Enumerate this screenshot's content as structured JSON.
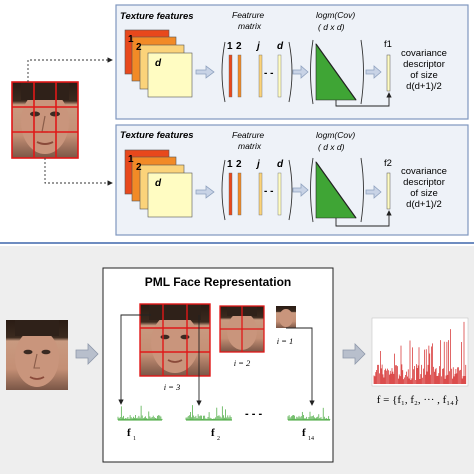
{
  "top_panel": {
    "row1": {
      "texture_title": "Texture features",
      "stack_labels": [
        "1",
        "2",
        "d"
      ],
      "matrix_title_line1": "Featrure",
      "matrix_title_line2": "matrix",
      "matrix_cols": [
        "1",
        "2",
        "j",
        "d"
      ],
      "logm_line1": "logm(Cov)",
      "logm_line2": "( d x d)",
      "f_label": "f1",
      "desc": [
        "covariance",
        "descriptor",
        "of size",
        "d(d+1)/2"
      ]
    },
    "row2": {
      "texture_title": "Texture features",
      "stack_labels": [
        "1",
        "2",
        "d"
      ],
      "matrix_title_line1": "Featrure",
      "matrix_title_line2": "matrix",
      "matrix_cols": [
        "1",
        "2",
        "j",
        "d"
      ],
      "logm_line1": "logm(Cov)",
      "logm_line2": "( d x d)",
      "f_label": "f2",
      "desc": [
        "covariance",
        "descriptor",
        "of size",
        "d(d+1)/2"
      ]
    }
  },
  "bottom_panel": {
    "title": "PML Face Representation",
    "level_labels": [
      "i = 1",
      "i = 2",
      "i = 3"
    ],
    "hist_labels": [
      "f",
      "f",
      "- - -",
      "f"
    ],
    "hist_subs": [
      "1",
      "2",
      "",
      "14"
    ],
    "final_formula": "f = {f₁, f₂, ··· , f₁₄}"
  },
  "colors": {
    "panel_bg": "#eef2f8",
    "panel_border": "#7f97bf",
    "arrow": "#8fa2bf",
    "green": "#3fa535",
    "red": "#cc0000",
    "grid_red": "#e01818",
    "stack": [
      "#e8481c",
      "#f28a26",
      "#fbd37a",
      "#fffcc2"
    ]
  }
}
